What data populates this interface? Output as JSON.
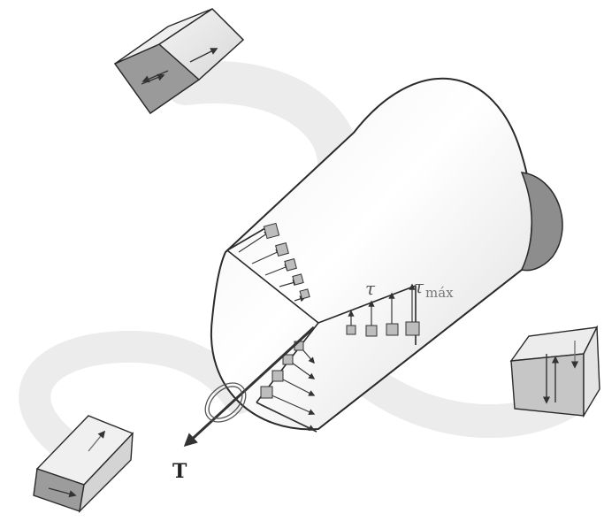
{
  "labels": {
    "tau": "τ",
    "tau_max_symbol": "τ",
    "tau_max_subscript": "máx",
    "torque": "T"
  },
  "colors": {
    "outline": "#2a2a2a",
    "swirl": "#e9e9e9",
    "end_cap": "#8a8a8a",
    "arrow": "#3a3a3a"
  },
  "icons": {
    "stress_element_top": "cube-stress-element",
    "stress_element_right": "cube-stress-element",
    "stress_element_bottom": "cube-stress-element",
    "torque_arrow": "arrow-icon",
    "torque_rotation": "curved-rotation-icon"
  }
}
